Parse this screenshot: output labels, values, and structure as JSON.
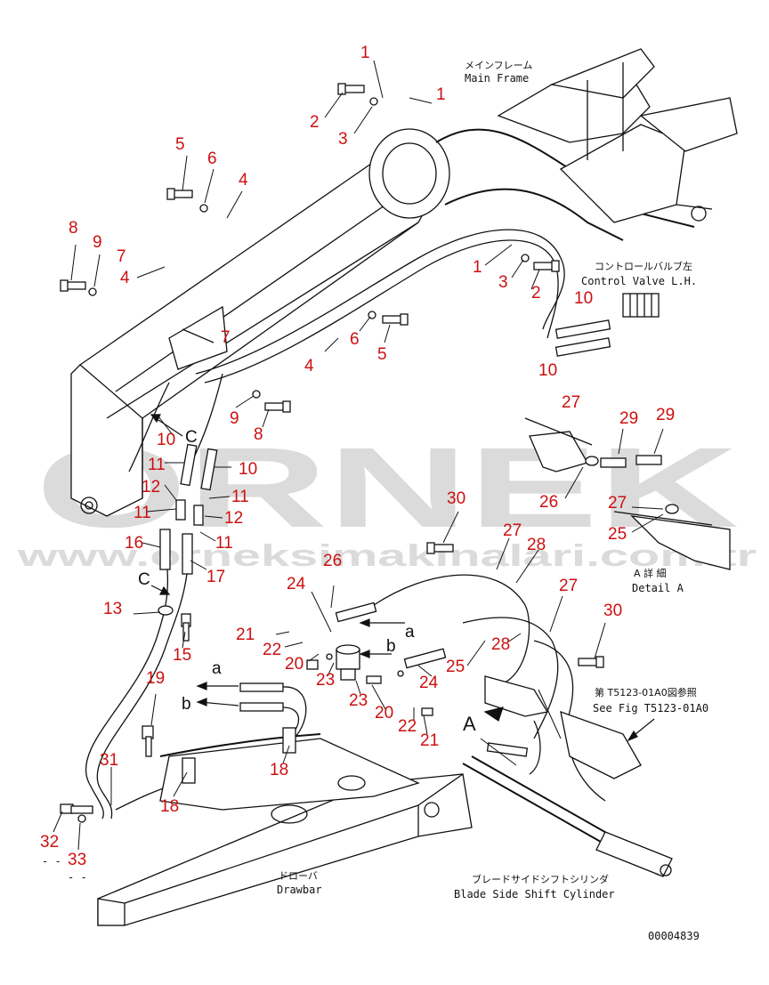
{
  "labels": {
    "main_frame_jp": "メインフレーム",
    "main_frame_en": "Main Frame",
    "control_valve_jp": "コントロールバルブ左",
    "control_valve_en": "Control Valve L.H.",
    "detail_jp": "A 詳 細",
    "detail_en": "Detail A",
    "see_fig_jp": "第 T5123-01A0図参照",
    "see_fig_en": "See Fig T5123-01A0",
    "drawbar_jp": "ドローバ",
    "drawbar_en": "Drawbar",
    "cylinder_jp": "ブレードサイドシフトシリンダ",
    "cylinder_en": "Blade Side Shift Cylinder",
    "drawing_number": "00004839",
    "ref_a": "a",
    "ref_b": "b",
    "ref_c": "C",
    "ref_A": "A",
    "dash_32": "- -",
    "dash_33": "- -"
  },
  "watermark": {
    "brand": "ÖRNEK",
    "url": "www.orneksimakinalari.com.tr"
  },
  "callouts": [
    {
      "text": "1"
    },
    {
      "text": "1"
    },
    {
      "text": "2"
    },
    {
      "text": "3"
    },
    {
      "text": "5"
    },
    {
      "text": "6"
    },
    {
      "text": "4"
    },
    {
      "text": "8"
    },
    {
      "text": "9"
    },
    {
      "text": "7"
    },
    {
      "text": "4"
    },
    {
      "text": "1"
    },
    {
      "text": "3"
    },
    {
      "text": "2"
    },
    {
      "text": "10"
    },
    {
      "text": "6"
    },
    {
      "text": "5"
    },
    {
      "text": "4"
    },
    {
      "text": "10"
    },
    {
      "text": "7"
    },
    {
      "text": "9"
    },
    {
      "text": "8"
    },
    {
      "text": "10"
    },
    {
      "text": "11"
    },
    {
      "text": "10"
    },
    {
      "text": "12"
    },
    {
      "text": "11"
    },
    {
      "text": "11"
    },
    {
      "text": "12"
    },
    {
      "text": "11"
    },
    {
      "text": "16"
    },
    {
      "text": "17"
    },
    {
      "text": "13"
    },
    {
      "text": "15"
    },
    {
      "text": "27"
    },
    {
      "text": "29"
    },
    {
      "text": "29"
    },
    {
      "text": "26"
    },
    {
      "text": "27"
    },
    {
      "text": "25"
    },
    {
      "text": "30"
    },
    {
      "text": "27"
    },
    {
      "text": "28"
    },
    {
      "text": "26"
    },
    {
      "text": "24"
    },
    {
      "text": "21"
    },
    {
      "text": "22"
    },
    {
      "text": "20"
    },
    {
      "text": "23"
    },
    {
      "text": "23"
    },
    {
      "text": "24"
    },
    {
      "text": "25"
    },
    {
      "text": "28"
    },
    {
      "text": "27"
    },
    {
      "text": "30"
    },
    {
      "text": "19"
    },
    {
      "text": "20"
    },
    {
      "text": "22"
    },
    {
      "text": "21"
    },
    {
      "text": "31"
    },
    {
      "text": "18"
    },
    {
      "text": "18"
    },
    {
      "text": "32"
    },
    {
      "text": "33"
    }
  ],
  "colors": {
    "callout": "#cc1010",
    "line": "#111111",
    "watermark": "#cfcfcf",
    "watermark_accent": "#f2d21b"
  }
}
